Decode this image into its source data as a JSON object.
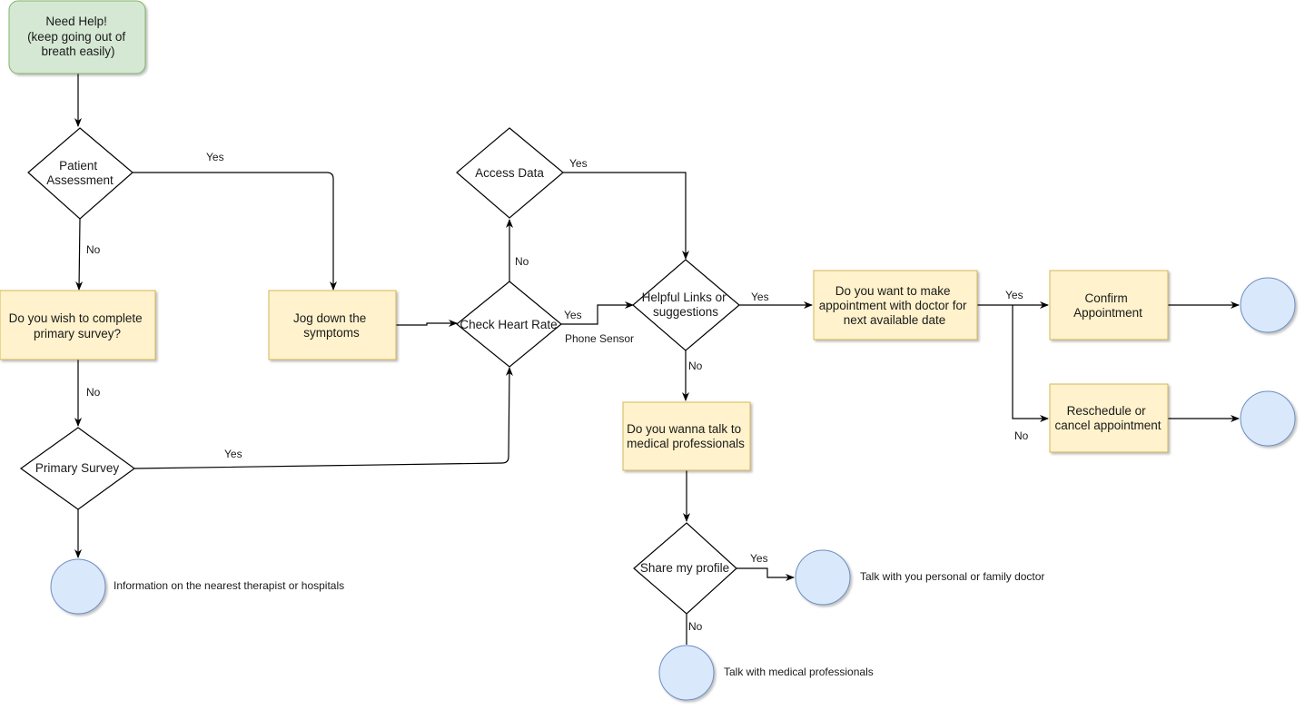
{
  "colors": {
    "start_fill": "#d5e8d4",
    "start_stroke": "#82b366",
    "process_fill": "#fff2cc",
    "process_stroke": "#d6b656",
    "terminal_fill": "#dae8fc",
    "terminal_stroke": "#6c8ebf",
    "decision_fill": "#ffffff",
    "decision_stroke": "#000000"
  },
  "nodes": {
    "need_help": [
      "Need Help!",
      "(keep going out of",
      "breath easily)"
    ],
    "patient_assessment": [
      "Patient",
      "Assessment"
    ],
    "primary_survey_question": [
      "Do you wish to complete",
      "primary survey?"
    ],
    "jog_symptoms": [
      "Jog down the",
      "symptoms"
    ],
    "primary_survey": [
      "Primary Survey"
    ],
    "access_data": [
      "Access Data"
    ],
    "check_heart_rate": [
      "Check Heart Rate"
    ],
    "helpful_links": [
      "Helpful Links or",
      "suggestions"
    ],
    "make_appointment": [
      "Do you want to make",
      "appointment with doctor for",
      "next available date"
    ],
    "confirm_appointment": [
      "Confirm",
      "Appointment"
    ],
    "reschedule": [
      "Reschedule or",
      "cancel appointment"
    ],
    "talk_professionals_question": [
      "Do you wanna talk to",
      "medical professionals"
    ],
    "share_profile": [
      "Share my profile"
    ]
  },
  "notes": {
    "nearest_therapist": "Information on the nearest therapist or hospitals",
    "family_doctor": "Talk with you personal or family doctor",
    "medical_professionals": "Talk with medical professionals"
  },
  "edges": {
    "assessment_yes": "Yes",
    "assessment_no": "No",
    "survey_question_no": "No",
    "primary_survey_yes": "Yes",
    "access_data_yes": "Yes",
    "heart_rate_no": "No",
    "heart_rate_yes": "Yes",
    "phone_sensor": "Phone Sensor",
    "helpful_links_yes": "Yes",
    "helpful_links_no": "No",
    "appointment_yes": "Yes",
    "appointment_no": "No",
    "share_profile_yes": "Yes",
    "share_profile_no": "No"
  }
}
